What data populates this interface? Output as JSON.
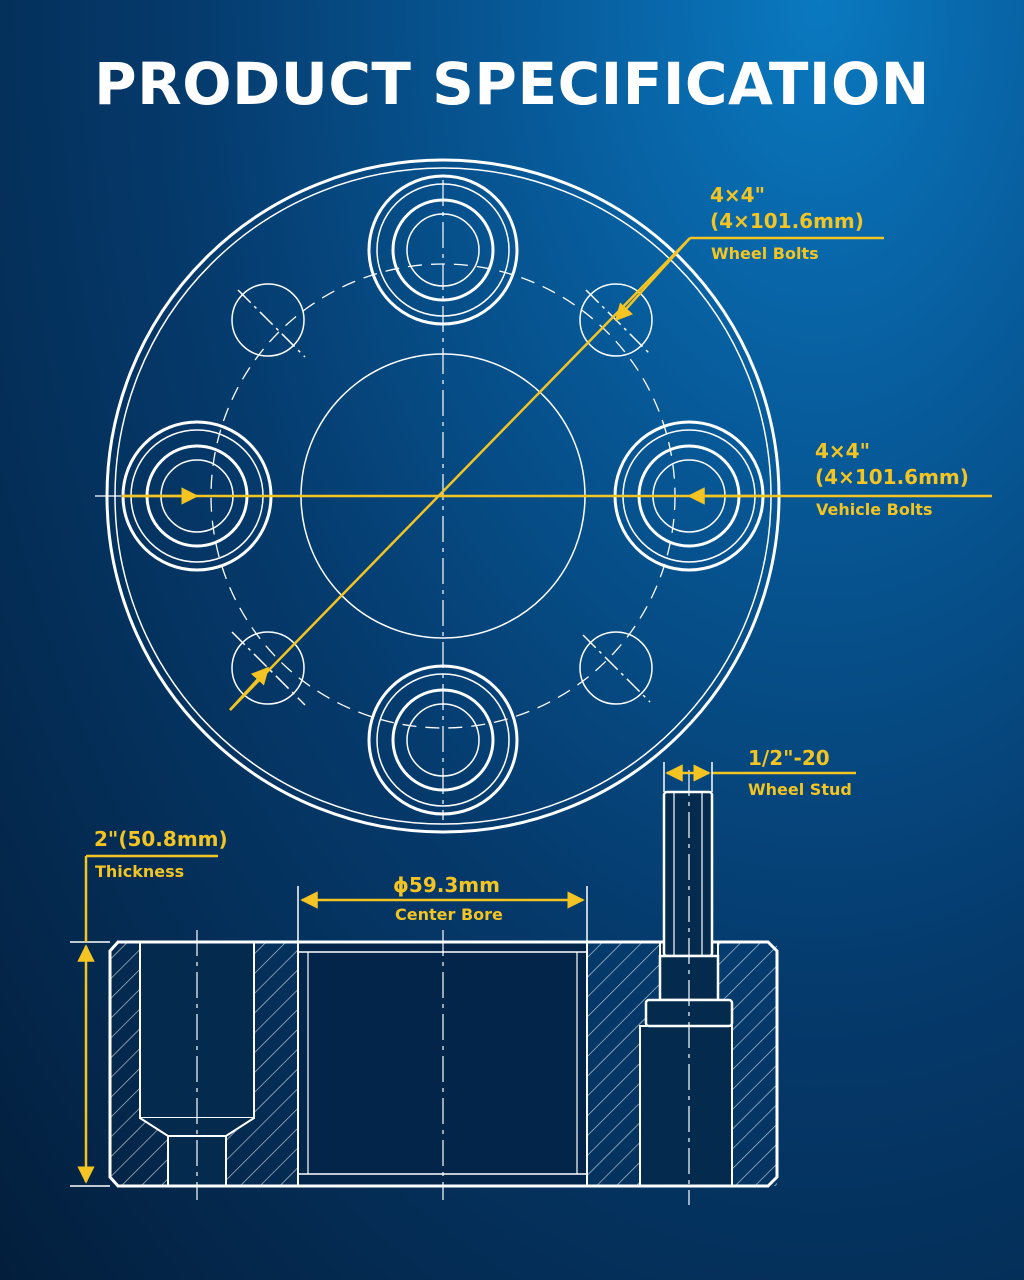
{
  "title": "PRODUCT SPECIFICATION",
  "colors": {
    "accent": "#f3c422",
    "line": "#ffffff"
  },
  "wheel_bolts": {
    "pattern": "4×4\"",
    "metric": "(4×101.6mm)",
    "label": "Wheel Bolts"
  },
  "vehicle_bolts": {
    "pattern": "4×4\"",
    "metric": "(4×101.6mm)",
    "label": "Vehicle Bolts"
  },
  "wheel_stud": {
    "size": "1/2\"-20",
    "label": "Wheel Stud"
  },
  "thickness": {
    "value": "2\"(50.8mm)",
    "label": "Thickness"
  },
  "center_bore": {
    "value": "ϕ59.3mm",
    "label": "Center Bore"
  }
}
